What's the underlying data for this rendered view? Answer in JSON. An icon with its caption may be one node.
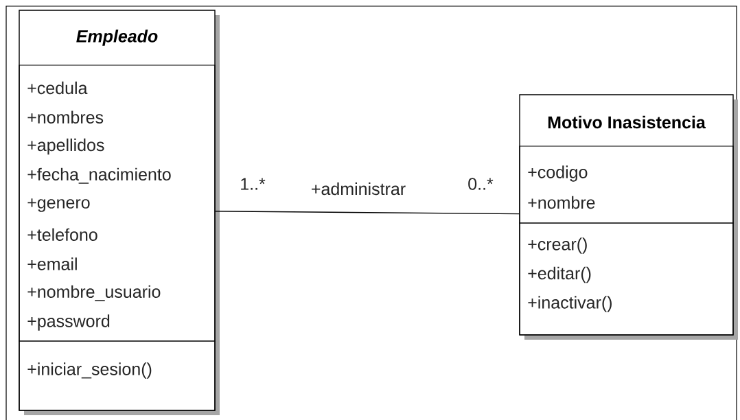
{
  "diagram": {
    "nodes": [
      {
        "text": [
          "Empleado"
        ]
      },
      {
        "text": [
          "+cedula",
          "+nombres",
          "+apellidos",
          "+fecha_nacimiento",
          "+genero",
          "+telefono",
          "+email",
          "+nombre_usuario",
          "+password"
        ],
        "in": 0
      },
      {
        "text": [
          "+iniciar_sesion()"
        ],
        "in": 0
      },
      {
        "text": [
          "Motivo Inasistencia"
        ]
      },
      {
        "text": [
          "+codigo",
          "+nombre"
        ],
        "in": 3
      },
      {
        "text": [
          "+crear()",
          "+editar()",
          "+inactivar()"
        ],
        "in": 3
      }
    ],
    "edges": [
      {
        "from": 0,
        "to": 3,
        "arrow": "none",
        "label": "+administrar"
      }
    ],
    "labels": [
      "1..*",
      "0..*"
    ]
  }
}
